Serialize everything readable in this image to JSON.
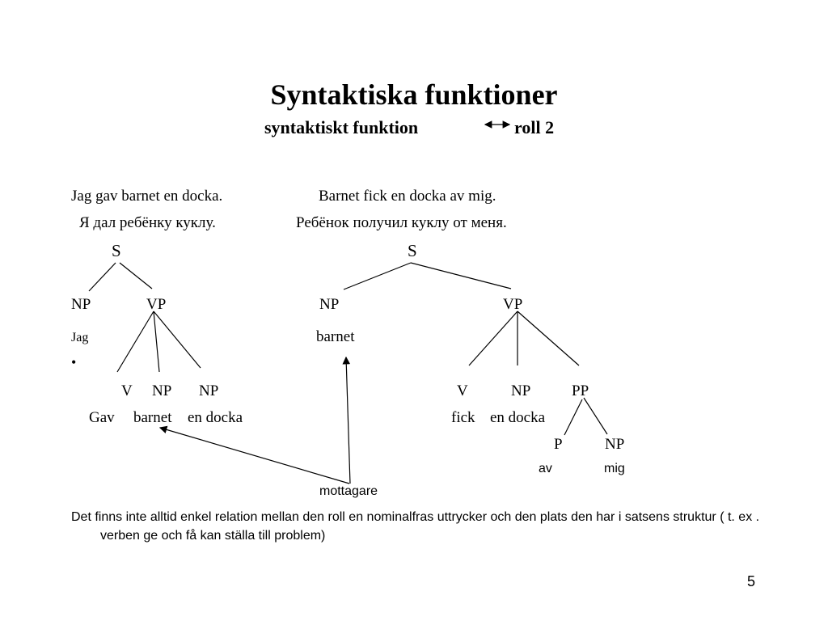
{
  "title": "Syntaktiska funktioner",
  "subtitle": {
    "left": "syntaktiskt funktion",
    "right": "roll 2"
  },
  "sentences": {
    "swedish_1": "Jag gav barnet en docka.",
    "swedish_2": "Barnet fick en docka av mig.",
    "russian_1": "Я дал ребёнку куклу.",
    "russian_2": "Ребёнок получил куклу от меня."
  },
  "tree1": {
    "S": "S",
    "NP": "NP",
    "VP": "VP",
    "NP_word": "Jag",
    "bullet": "•",
    "V": "V",
    "NP2": "NP",
    "NP3": "NP",
    "V_word": "Gav",
    "NP2_word": "barnet",
    "NP3_word": "en docka"
  },
  "tree2": {
    "S": "S",
    "NP": "NP",
    "VP": "VP",
    "NP_word": "barnet",
    "V": "V",
    "NP2": "NP",
    "PP": "PP",
    "V_word": "fick",
    "NP2_word": "en docka",
    "P": "P",
    "PNP": "NP",
    "P_word": "av",
    "PNP_word": "mig"
  },
  "label_mottagare": "mottagare",
  "note": "Det finns inte alltid enkel relation mellan den roll en nominalfras uttrycker och den plats den har i satsens struktur ( t. ex . verben ge och få kan ställa till problem)",
  "page_number": "5"
}
